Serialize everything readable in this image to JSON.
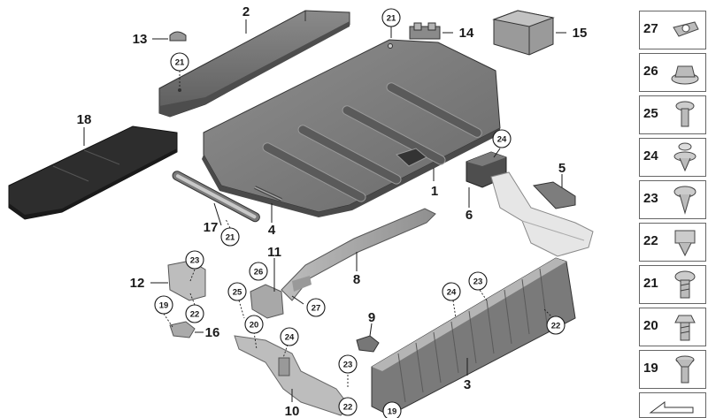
{
  "callouts": {
    "c1": "1",
    "c2": "2",
    "c3": "3",
    "c4": "4",
    "c5": "5",
    "c6": "6",
    "c8": "8",
    "c9": "9",
    "c10": "10",
    "c11": "11",
    "c12": "12",
    "c13": "13",
    "c14": "14",
    "c15": "15",
    "c16": "16",
    "c17": "17",
    "c18": "18"
  },
  "circled": {
    "r21a": "21",
    "r21b": "21",
    "r21c": "21",
    "r24a": "24",
    "r24b": "24",
    "r24c": "24",
    "r23a": "23",
    "r23b": "23",
    "r23c": "23",
    "r22a": "22",
    "r22b": "22",
    "r22c": "22",
    "r19a": "19",
    "r19b": "19",
    "r20a": "20",
    "r25a": "25",
    "r26a": "26",
    "r27a": "27"
  },
  "sidebar": [
    {
      "num": "27",
      "icon": "nut-clip-icon"
    },
    {
      "num": "26",
      "icon": "flange-nut-icon"
    },
    {
      "num": "25",
      "icon": "expanding-rivet-icon"
    },
    {
      "num": "24",
      "icon": "push-rivet-icon"
    },
    {
      "num": "23",
      "icon": "spreader-rivet-icon"
    },
    {
      "num": "22",
      "icon": "speed-nut-icon"
    },
    {
      "num": "21",
      "icon": "torx-screw-icon"
    },
    {
      "num": "20",
      "icon": "hex-bolt-icon"
    },
    {
      "num": "19",
      "icon": "countersunk-screw-icon"
    }
  ]
}
